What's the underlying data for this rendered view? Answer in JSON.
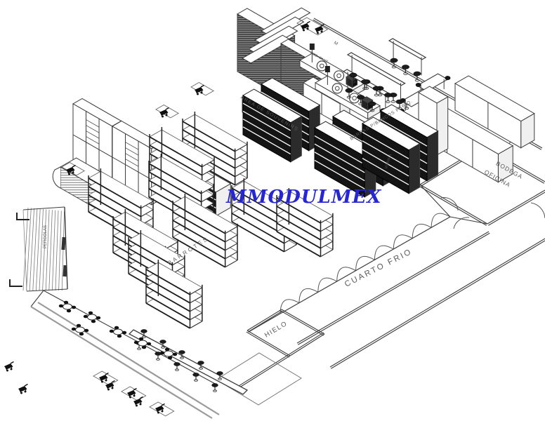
{
  "watermark": {
    "text": "MMODULMEX",
    "color": "#2626d4"
  },
  "labels": {
    "area_souvenirs": "AREA DE SOUVENIRS",
    "barras_bancos": "BARRAS P/BANCOS PERIQ.",
    "vitrina": "VITRINA",
    "checkout_m": "M",
    "checkout_mod": "MOD. CANT.",
    "barrotes": "BARROTES",
    "cuarto_frio": "CUARTO FRIO",
    "hielo": "HIELO",
    "bodega": "BODEGA",
    "oficina": "OFICINA",
    "pergolas": "PERGOLAS"
  },
  "colors": {
    "background": "#ffffff",
    "line": "#3c3c3c",
    "dark": "#141414",
    "label": "#5a5a5a",
    "sidewalk": "#9a9a9a"
  },
  "icons": {
    "shopping_cart": "shopping-cart-icon"
  }
}
